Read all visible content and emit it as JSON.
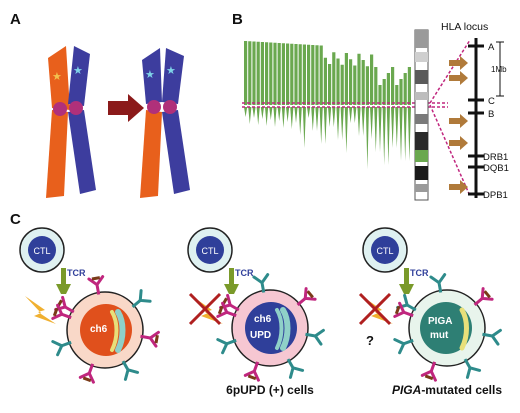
{
  "panels": {
    "a": {
      "label": "A"
    },
    "b": {
      "label": "B",
      "hla_title": "HLA locus",
      "genes": [
        "A",
        "C",
        "B",
        "DRB1",
        "DQB1",
        "DPB1"
      ],
      "scale_label": "1Mb"
    },
    "c": {
      "label": "C",
      "cells": [
        {
          "ctl": "CTL",
          "tcr": "TCR",
          "core": "ch6",
          "core2": "",
          "caption": ""
        },
        {
          "ctl": "CTL",
          "tcr": "TCR",
          "core": "ch6",
          "core2": "UPD",
          "caption": "6pUPD (+) cells"
        },
        {
          "ctl": "CTL",
          "tcr": "TCR",
          "core": "PIGA",
          "core2": "mut",
          "caption_italic": "PIGA",
          "caption_rest": "-mutated cells",
          "question": "?"
        }
      ]
    }
  },
  "colors": {
    "orange": "#e8601c",
    "blue": "#3d3d9e",
    "green": "#6aa84f",
    "arrow": "#8b1a1a",
    "teal": "#2e8b8b",
    "magenta": "#c0267e"
  }
}
